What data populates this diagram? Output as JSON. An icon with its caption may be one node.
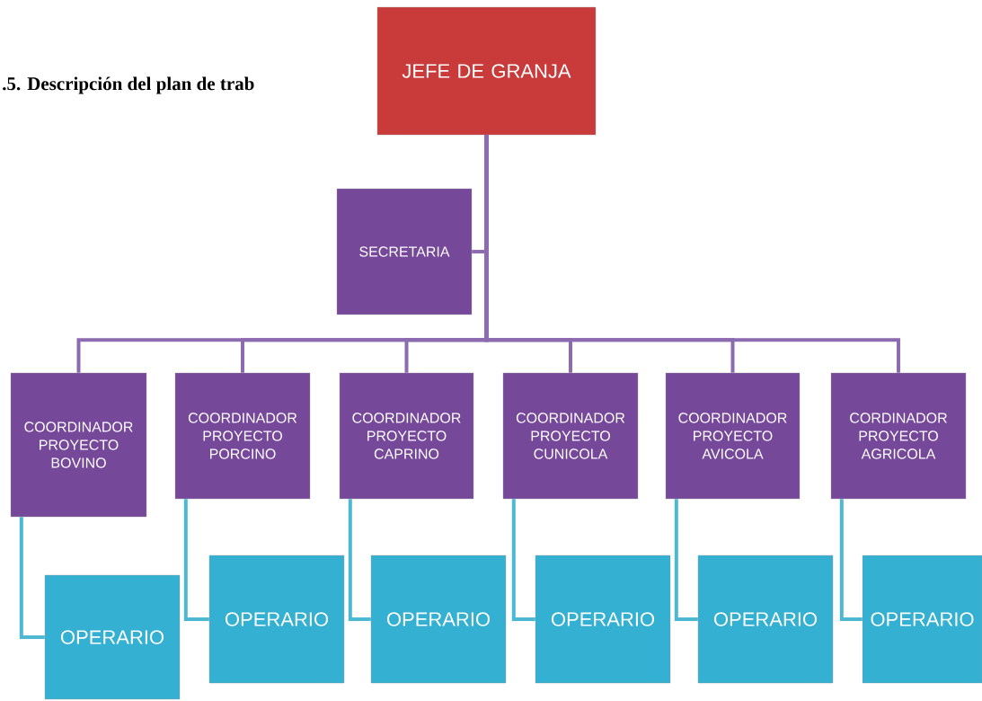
{
  "diagram": {
    "title": ".5. Descripción del plan de trab",
    "nodes": [
      {
        "text": [
          "JEFE DE GRANJA"
        ]
      },
      {
        "text": [
          "SECRETARIA"
        ]
      },
      {
        "text": [
          "COORDINADOR PROYECTO BOVINO"
        ]
      },
      {
        "text": [
          "COORDINADOR PROYECTO PORCINO"
        ]
      },
      {
        "text": [
          "COORDINADOR PROYECTO CAPRINO"
        ]
      },
      {
        "text": [
          "COORDINADOR PROYECTO CUNICOLA"
        ]
      },
      {
        "text": [
          "COORDINADOR PROYECTO AVICOLA"
        ]
      },
      {
        "text": [
          "CORDINADOR PROYECTO AGRICOLA"
        ]
      },
      {
        "text": [
          "OPERARIO"
        ]
      },
      {
        "text": [
          "OPERARIO"
        ]
      },
      {
        "text": [
          "OPERARIO"
        ]
      },
      {
        "text": [
          "OPERARIO"
        ]
      },
      {
        "text": [
          "OPERARIO"
        ]
      },
      {
        "text": [
          "OPERARIO"
        ]
      }
    ],
    "edges": [
      {
        "from": 0,
        "to": 1,
        "arrow": "none"
      },
      {
        "from": 0,
        "to": 2,
        "arrow": "none"
      },
      {
        "from": 0,
        "to": 3,
        "arrow": "none"
      },
      {
        "from": 0,
        "to": 4,
        "arrow": "none"
      },
      {
        "from": 0,
        "to": 5,
        "arrow": "none"
      },
      {
        "from": 0,
        "to": 6,
        "arrow": "none"
      },
      {
        "from": 0,
        "to": 7,
        "arrow": "none"
      },
      {
        "from": 2,
        "to": 8,
        "arrow": "none",
        "color": "#4db8d2"
      },
      {
        "from": 3,
        "to": 9,
        "arrow": "none",
        "color": "#4db8d2"
      },
      {
        "from": 4,
        "to": 10,
        "arrow": "none",
        "color": "#4db8d2"
      },
      {
        "from": 5,
        "to": 11,
        "arrow": "none",
        "color": "#4db8d2"
      },
      {
        "from": 6,
        "to": 12,
        "arrow": "none",
        "color": "#4db8d2"
      },
      {
        "from": 7,
        "to": 13,
        "arrow": "none",
        "color": "#4db8d2"
      }
    ]
  }
}
